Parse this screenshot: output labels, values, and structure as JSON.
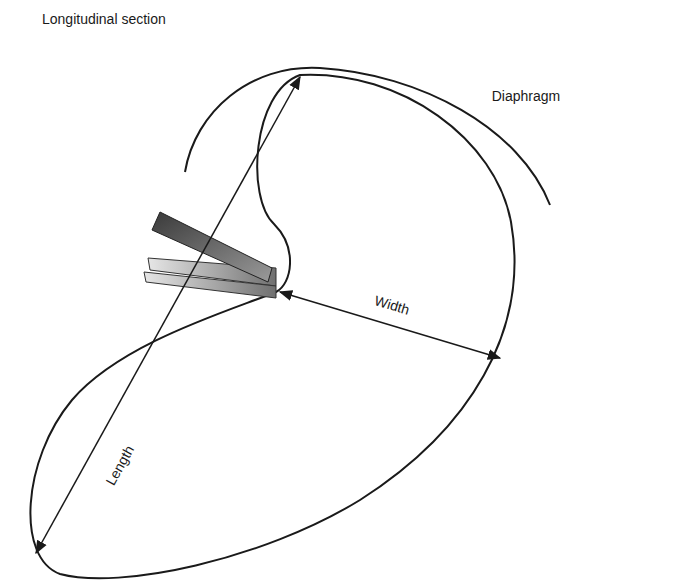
{
  "diagram": {
    "title": "Longitudinal section",
    "labels": [
      "Diaphragm",
      "Width",
      "Length"
    ]
  }
}
